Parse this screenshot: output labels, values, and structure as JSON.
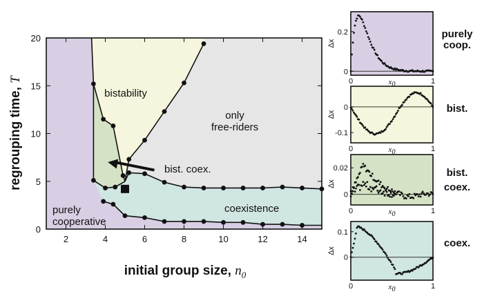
{
  "chart_data": [
    {
      "type": "phase-diagram",
      "xlabel": "initial group size, ",
      "xlabel_symbol": "n",
      "xlabel_sub": "0",
      "ylabel": "regrouping time, ",
      "ylabel_symbol": "T",
      "xlim": [
        1,
        15
      ],
      "ylim": [
        0,
        20
      ],
      "xticks": [
        2,
        4,
        6,
        8,
        10,
        12,
        14
      ],
      "yticks": [
        0,
        5,
        10,
        15,
        20
      ],
      "colors": {
        "purely_cooperative": "#d8cfe4",
        "bistability": "#f6f6de",
        "bist_coex": "#d5e2c5",
        "coexistence": "#d0e6e2",
        "free_riders": "#e6e6e6"
      },
      "regions": [
        {
          "key": "bistability",
          "label_lines": [
            "bistability"
          ]
        },
        {
          "key": "free_riders",
          "label_lines": [
            "only",
            "free-riders"
          ]
        },
        {
          "key": "bist_coex",
          "label_lines": [
            "bist. coex."
          ]
        },
        {
          "key": "coexistence",
          "label_lines": [
            "coexistence"
          ]
        },
        {
          "key": "purely_cooperative",
          "label_lines": [
            "purely",
            "cooperative"
          ]
        }
      ],
      "boundaries": [
        {
          "name": "coop-bistability",
          "points": [
            [
              3.4,
              15.2
            ],
            [
              3.9,
              11.5
            ],
            [
              4.4,
              10.8
            ],
            [
              4.9,
              5.6
            ],
            [
              5.0,
              5.0
            ]
          ]
        },
        {
          "name": "bistability-free-riders",
          "points": [
            [
              5.0,
              5.0
            ],
            [
              5.2,
              7.3
            ],
            [
              6.0,
              9.3
            ],
            [
              7.0,
              12.3
            ],
            [
              8.0,
              15.3
            ],
            [
              9.0,
              19.4
            ]
          ]
        },
        {
          "name": "coex-upper",
          "points": [
            [
              3.4,
              5.1
            ],
            [
              4.0,
              4.3
            ],
            [
              4.5,
              4.4
            ],
            [
              5.0,
              5.0
            ],
            [
              5.2,
              5.9
            ],
            [
              6.0,
              5.8
            ],
            [
              7.0,
              4.9
            ],
            [
              8.0,
              4.4
            ],
            [
              9.0,
              4.3
            ],
            [
              10.0,
              4.3
            ],
            [
              11.0,
              4.3
            ],
            [
              12.0,
              4.3
            ],
            [
              13.0,
              4.4
            ],
            [
              14.0,
              4.3
            ],
            [
              15.0,
              4.2
            ]
          ]
        },
        {
          "name": "coex-lower",
          "points": [
            [
              3.9,
              2.9
            ],
            [
              4.4,
              2.6
            ],
            [
              5.0,
              1.4
            ],
            [
              6.0,
              1.2
            ],
            [
              7.0,
              0.8
            ],
            [
              8.0,
              0.8
            ],
            [
              9.0,
              0.8
            ],
            [
              10.0,
              0.7
            ],
            [
              11.0,
              0.7
            ],
            [
              12.0,
              0.5
            ],
            [
              13.0,
              0.5
            ],
            [
              14.0,
              0.4
            ],
            [
              15.0,
              0.4
            ]
          ]
        }
      ],
      "marker_square": [
        5.0,
        4.2
      ],
      "arrow": {
        "from": [
          6.0,
          6.6
        ],
        "to": [
          4.2,
          7.0
        ]
      }
    },
    {
      "type": "scatter",
      "ylabel": "Δx",
      "xlabel": "x",
      "xlabel_sub": "0",
      "side_label": [
        "purely",
        "coop."
      ],
      "region_color": "#d8cfe4",
      "xlim": [
        0,
        1
      ],
      "ylim": [
        -0.02,
        0.3
      ],
      "xticks": [
        "0",
        "1"
      ],
      "yticks": [
        {
          "value": 0.2,
          "label": "0.2"
        },
        {
          "value": 0,
          "label": "0"
        }
      ],
      "curve": {
        "kind": "coop",
        "amp": 0.28,
        "peak": 0.1
      }
    },
    {
      "type": "scatter",
      "ylabel": "Δx",
      "xlabel": "x",
      "xlabel_sub": "0",
      "side_label": [
        "bist."
      ],
      "region_color": "#f6f6de",
      "xlim": [
        0,
        1
      ],
      "ylim": [
        -0.14,
        0.08
      ],
      "xticks": [
        "0",
        "1"
      ],
      "yticks": [
        {
          "value": 0,
          "label": "0"
        },
        {
          "value": -0.1,
          "label": "-0.1"
        }
      ],
      "curve": {
        "kind": "bist"
      }
    },
    {
      "type": "scatter",
      "ylabel": "Δx",
      "xlabel": "x",
      "xlabel_sub": "0",
      "side_label": [
        "bist.",
        "coex."
      ],
      "region_color": "#d5e2c5",
      "xlim": [
        0,
        1
      ],
      "ylim": [
        -0.008,
        0.03
      ],
      "xticks": [
        "0",
        "1"
      ],
      "yticks": [
        {
          "value": 0.02,
          "label": "0.02"
        },
        {
          "value": 0,
          "label": "0"
        }
      ],
      "curve": {
        "kind": "bistcoex"
      }
    },
    {
      "type": "scatter",
      "ylabel": "Δx",
      "xlabel": "x",
      "xlabel_sub": "0",
      "side_label": [
        "coex."
      ],
      "region_color": "#d0e6e2",
      "xlim": [
        0,
        1
      ],
      "ylim": [
        -0.09,
        0.14
      ],
      "xticks": [
        "0",
        "1"
      ],
      "yticks": [
        {
          "value": 0.1,
          "label": "0.1"
        },
        {
          "value": 0,
          "label": "0"
        }
      ],
      "curve": {
        "kind": "coex"
      }
    }
  ]
}
